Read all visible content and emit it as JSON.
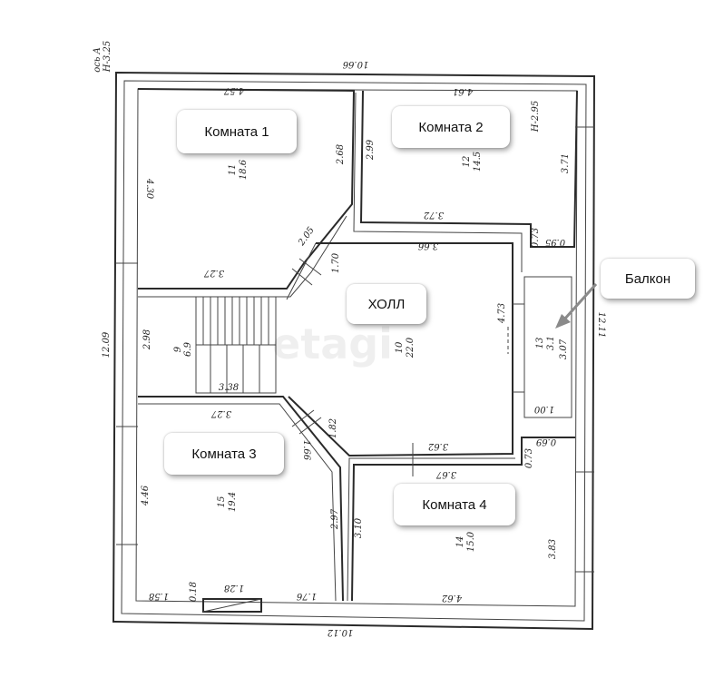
{
  "labels": {
    "room1": "Комната 1",
    "room2": "Комната 2",
    "room3": "Комната 3",
    "room4": "Комната 4",
    "hall": "ХОЛЛ",
    "balcony": "Балкон"
  },
  "room_numbers": {
    "r1": "11",
    "r1_area": "18.6",
    "r2": "12",
    "r2_area": "14.5",
    "r3": "15",
    "r3_area": "19.4",
    "r4": "14",
    "r4_area": "15.0",
    "hall": "10",
    "hall_area": "22.0",
    "balcony": "13",
    "balcony_area": "3.1",
    "stair": "9",
    "stair_area": "6.9"
  },
  "dimensions": {
    "top_total": "10.66",
    "bottom_total": "10.12",
    "left_total": "12.09",
    "right_total": "12.11",
    "r1_top": "4.57",
    "r1_left": "4.30",
    "r1_right": "2.68",
    "r1_diag": "2.05",
    "r2_top": "4.61",
    "r2_left": "2.99",
    "r2_right": "3.71",
    "r2_bottom": "3.72",
    "r2_height": "H-2.95",
    "hall_top": "3.66",
    "hall_right": "4.73",
    "hall_bottom": "3.62",
    "hall_diag1": "1.70",
    "hall_diag2": "1.82",
    "stair_top": "3.27",
    "stair_mid": "3.38",
    "stair_left": "2.98",
    "r3_top": "3.27",
    "r3_left": "4.46",
    "r3_right": "2.97",
    "r3_diag": "1.66",
    "r3_bottom_left": "1.58",
    "r3_bottom_mid": "1.28",
    "r3_bottom_right": "1.76",
    "r3_small": "0.18",
    "r4_top": "3.67",
    "r4_left": "3.10",
    "r4_right": "3.83",
    "r4_bottom": "4.62",
    "balcony_len": "3.07",
    "balcony_bottom": "1.00",
    "notch1": "0.73",
    "notch2": "0.95",
    "notch3": "0.73",
    "notch4": "0.69",
    "corner_note_1": "ось A",
    "corner_note_2": "H-3.25"
  }
}
